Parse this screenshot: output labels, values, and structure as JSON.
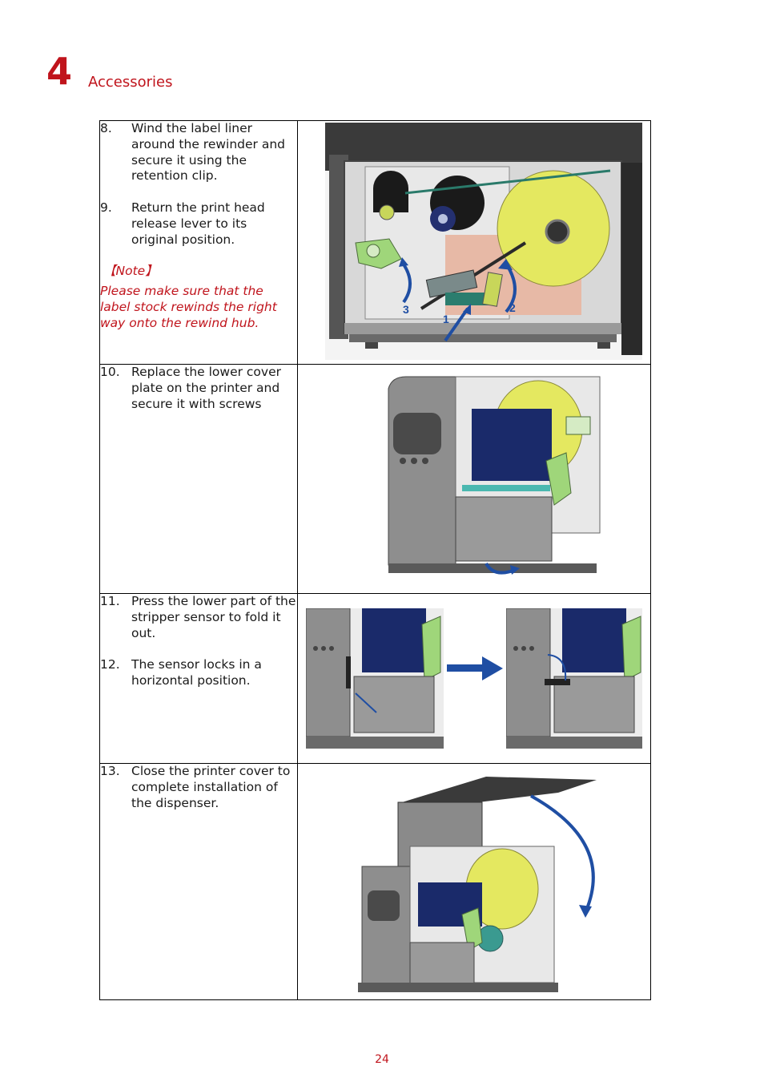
{
  "chapter": {
    "number": "4",
    "title": "Accessories"
  },
  "steps": [
    {
      "items": [
        {
          "num": "8.",
          "text": "Wind the label liner around the rewinder and secure it using the retention clip."
        },
        {
          "num": "9.",
          "text": "Return the print head release lever to its original position."
        }
      ],
      "note_heading": "【Note】",
      "note_text": "Please make sure that the label stock rewinds the right way onto the rewind hub.",
      "image_labels": [
        "3",
        "1",
        "2"
      ]
    },
    {
      "items": [
        {
          "num": "10.",
          "text": "Replace the lower cover plate on the printer and secure it with screws"
        }
      ]
    },
    {
      "items": [
        {
          "num": "11.",
          "text": "Press the lower part of the stripper sensor to fold it out."
        },
        {
          "num": "12.",
          "text": "The sensor locks in a horizontal position."
        }
      ]
    },
    {
      "items": [
        {
          "num": "13.",
          "text": "Close the printer cover to complete installation of the dispenser."
        }
      ]
    }
  ],
  "page_number": "24",
  "colors": {
    "accent": "#c0141c",
    "arrow": "#1f4ea3",
    "ribbon": "#1a2a6a",
    "label_roll": "#e4e860",
    "guide": "#9fd67a"
  }
}
